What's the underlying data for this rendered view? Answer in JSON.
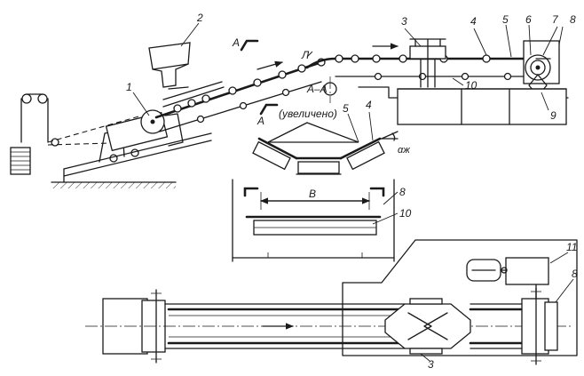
{
  "labels": {
    "n1": "1",
    "n2": "2",
    "n3_top": "3",
    "n4_top": "4",
    "n5_top": "5",
    "n6": "6",
    "n7": "7",
    "n8_top": "8",
    "n9": "9",
    "n10_top": "10",
    "n4_sec": "4",
    "n5_sec": "5",
    "n8_sec": "8",
    "n10_sec": "10",
    "n11": "11",
    "n8_plan": "8",
    "n3_plan": "3",
    "letter_l": "Л",
    "section_a_top": "А",
    "section_a_bottom": "А",
    "section_title": "А–А",
    "section_note": "(увеличено)",
    "width_b": "В",
    "angle": "αж"
  }
}
